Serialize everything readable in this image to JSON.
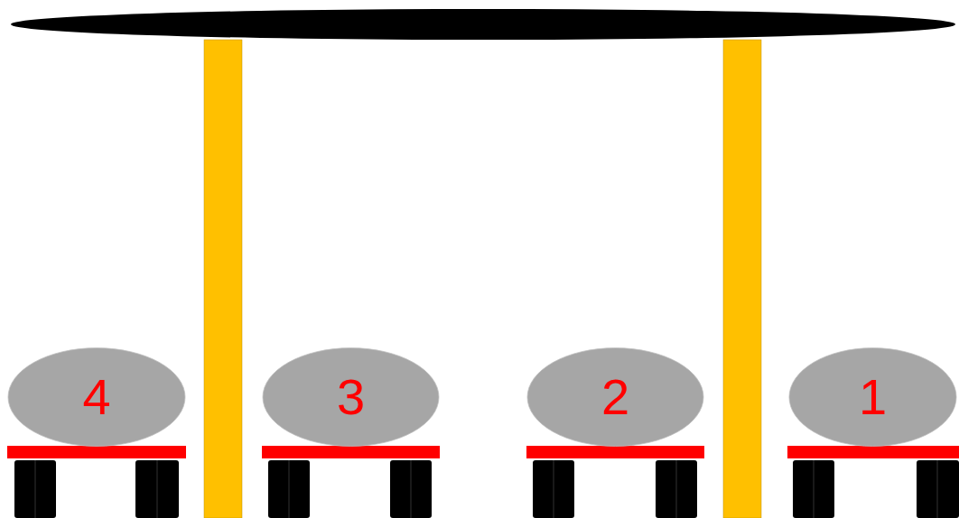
{
  "diagram": {
    "nodes": [
      {
        "text": [
          "4"
        ]
      },
      {
        "text": [
          "3"
        ]
      },
      {
        "text": [
          "2"
        ]
      },
      {
        "text": [
          "1"
        ]
      }
    ]
  }
}
